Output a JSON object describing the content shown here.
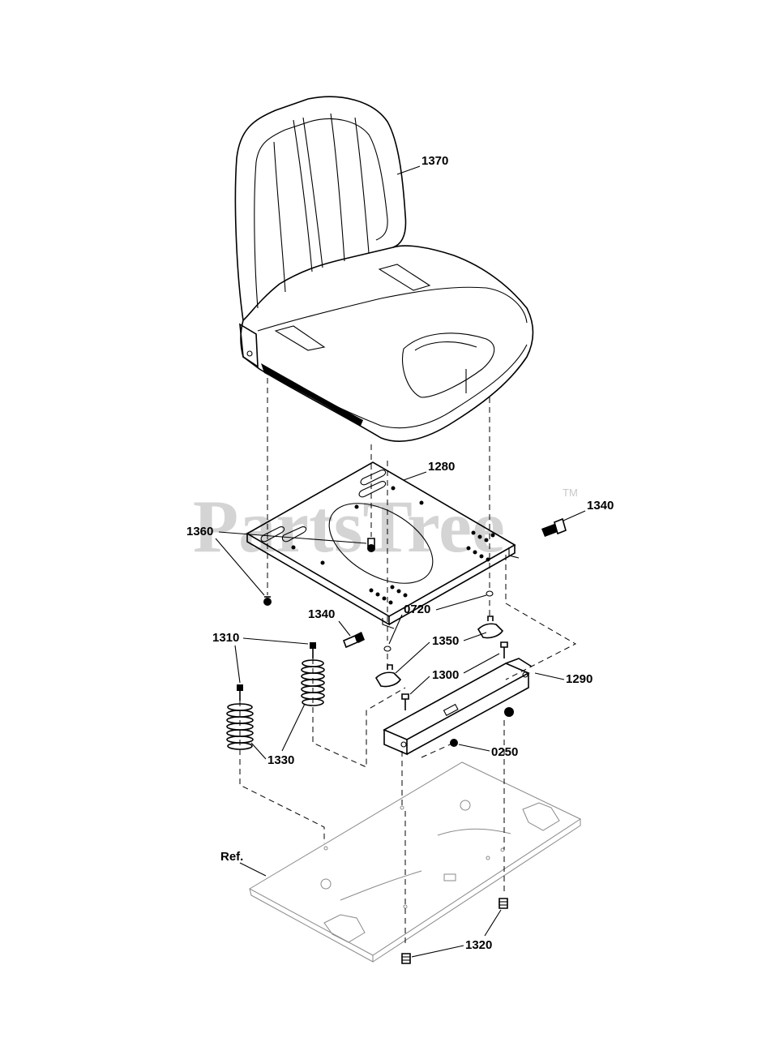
{
  "watermark": {
    "text": "PartsTree",
    "trademark": "TM"
  },
  "callouts": {
    "c1370": "1370",
    "c1280": "1280",
    "c1340a": "1340",
    "c1360": "1360",
    "c1340b": "1340",
    "c0720": "0720",
    "c1310": "1310",
    "c1350": "1350",
    "c1300": "1300",
    "c1290": "1290",
    "c0250": "0250",
    "c1330": "1330",
    "cref": "Ref.",
    "c1320": "1320"
  }
}
